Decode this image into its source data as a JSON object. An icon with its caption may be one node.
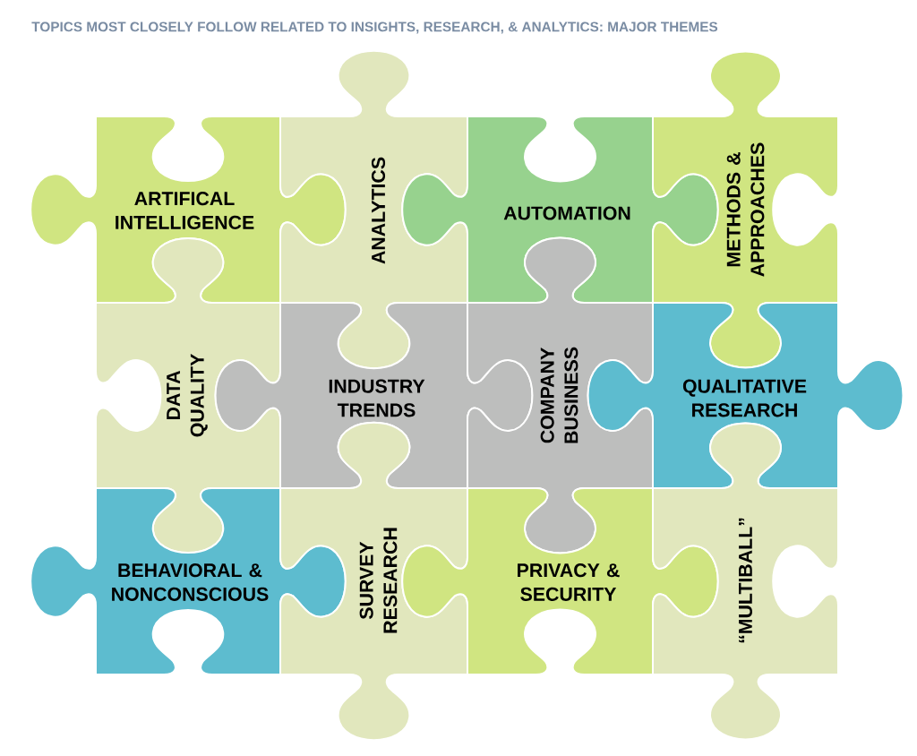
{
  "diagram": {
    "title": "TOPICS MOST CLOSELY FOLLOW RELATED TO INSIGHTS, RESEARCH, & ANALYTICS: MAJOR THEMES",
    "nodes": [
      {
        "text": [
          "ARTIFICAL INTELLIGENCE"
        ]
      },
      {
        "text": [
          "ANALYTICS"
        ]
      },
      {
        "text": [
          "AUTOMATION"
        ]
      },
      {
        "text": [
          "METHODS & APPROACHES"
        ]
      },
      {
        "text": [
          "DATA QUALITY"
        ]
      },
      {
        "text": [
          "INDUSTRY TRENDS"
        ]
      },
      {
        "text": [
          "COMPANY BUSINESS"
        ]
      },
      {
        "text": [
          "QUALITATIVE RESEARCH"
        ]
      },
      {
        "text": [
          "BEHAVIORAL & NONCONSCIOUS"
        ]
      },
      {
        "text": [
          "SURVEY RESEARCH"
        ]
      },
      {
        "text": [
          "PRIVACY & SECURITY"
        ]
      },
      {
        "text": [
          "“MULTIBALL”"
        ]
      }
    ]
  }
}
